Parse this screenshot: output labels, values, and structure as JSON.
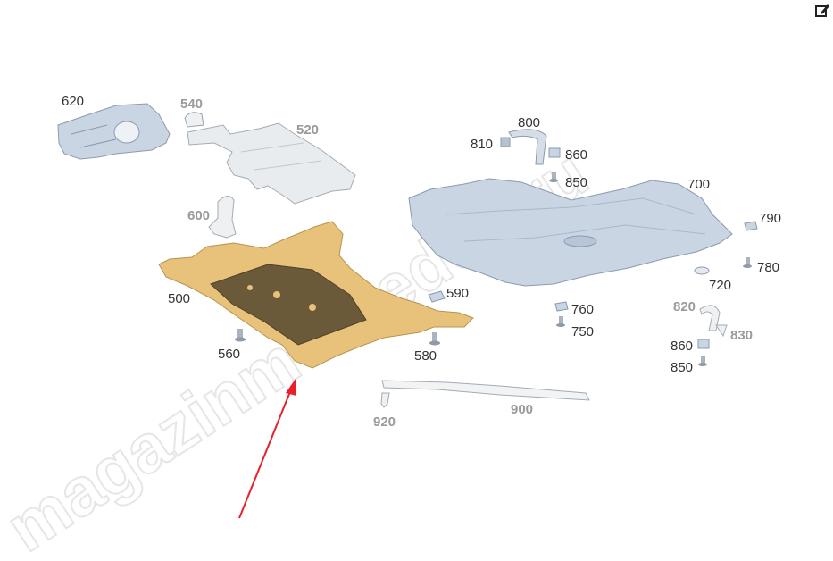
{
  "watermark": "magazinmercedes.ru",
  "colors": {
    "highlight_part": "#e8c27a",
    "parts": "#c9d5e3",
    "arrow": "#e8202a",
    "label": "#333333",
    "label_dim": "#9a9a9a"
  },
  "toolbar": {
    "edit_icon": "edit-icon"
  },
  "callouts": {
    "c620": "620",
    "c540": "540",
    "c520": "520",
    "c600": "600",
    "c500": "500",
    "c560": "560",
    "c580": "580",
    "c590": "590",
    "c800": "800",
    "c810": "810",
    "c860a": "860",
    "c850a": "850",
    "c700": "700",
    "c790": "790",
    "c780": "780",
    "c720": "720",
    "c820": "820",
    "c830": "830",
    "c760": "760",
    "c750": "750",
    "c860b": "860",
    "c850b": "850",
    "c900": "900",
    "c920": "920"
  }
}
